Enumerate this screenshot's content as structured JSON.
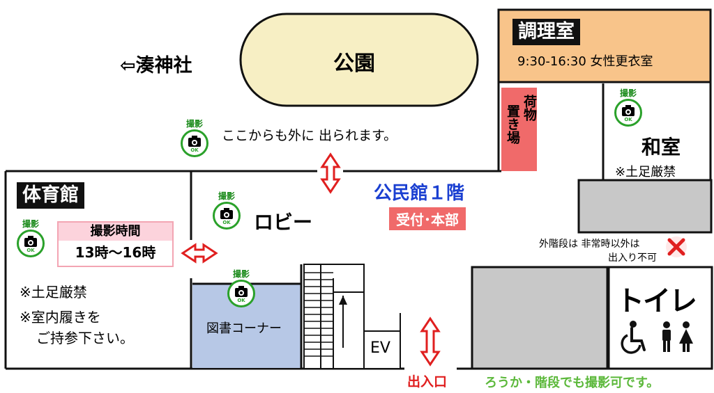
{
  "colors": {
    "park": "#f7efc4",
    "kitchen": "#f8c48a",
    "storage": "#f06a6a",
    "library": "#b7c8e6",
    "gray_block": "#c8c8c8",
    "arrow_red": "#e01f1f",
    "accent_blue": "#1a3fd1",
    "camera_green": "#2aa12a",
    "note_green": "#5bb83a"
  },
  "camera_badge": {
    "title": "撮影",
    "ok": "OK"
  },
  "shrine": {
    "arrow": "⇦",
    "label": "湊神社"
  },
  "park": {
    "label": "公園"
  },
  "exit_note": "ここからも外に 出られます。",
  "kitchen": {
    "name": "調理室",
    "note": "9:30-16:30 女性更衣室"
  },
  "storage": {
    "label_right": "荷物",
    "label_left": "置き場"
  },
  "washitsu": {
    "name": "和室",
    "note": "※土足厳禁"
  },
  "building": {
    "name": "公民館１階",
    "reception": "受付･本部"
  },
  "gym": {
    "name": "体育館",
    "photo_time_title": "撮影時間",
    "photo_time": "13時～16時",
    "note1": "※土足厳禁",
    "note2a": "※室内履きを",
    "note2b": "ご持参下さい。"
  },
  "lobby": {
    "name": "ロビー"
  },
  "library": {
    "name": "図書コーナー"
  },
  "elevator": {
    "label": "EV"
  },
  "entrance": {
    "label": "出入口"
  },
  "outer_stairs": {
    "line1": "外階段は 非常時以外は",
    "line2": "出入り不可"
  },
  "toilet": {
    "label": "トイレ"
  },
  "bottom_note": "ろうか・階段でも撮影可です。"
}
